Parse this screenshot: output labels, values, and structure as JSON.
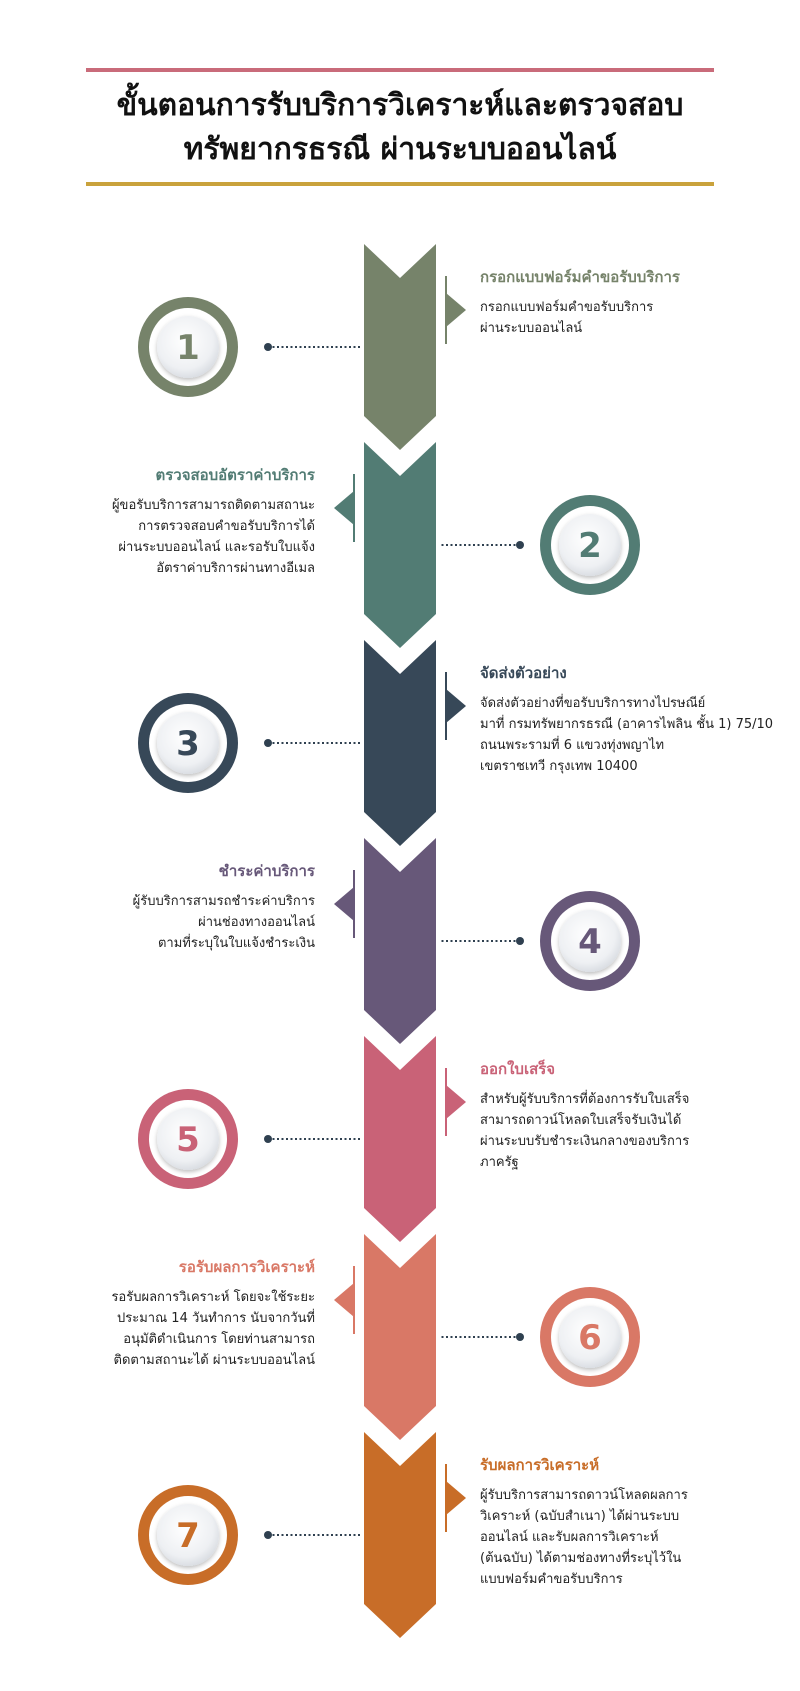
{
  "title": {
    "line1": "ขั้นตอนการรับบริการวิเคราะห์และตรวจสอบ",
    "line2": "ทรัพยากรธรณี ผ่านระบบออนไลน์"
  },
  "colors": {
    "rule_top": "#c96b7a",
    "rule_bottom": "#c9a23c",
    "connector": "#2f4050"
  },
  "steps": [
    {
      "number": "1",
      "color": "#76836a",
      "side": "right",
      "title": "กรอกแบบฟอร์มคำขอรับบริการ",
      "lines": [
        "กรอกแบบฟอร์มคำขอรับบริการ",
        "ผ่านระบบออนไลน์"
      ]
    },
    {
      "number": "2",
      "color": "#527c74",
      "side": "left",
      "title": "ตรวจสอบอัตราค่าบริการ",
      "lines": [
        "ผู้ขอรับบริการสามารถติดตามสถานะ",
        "การตรวจสอบคำขอรับบริการได้",
        "ผ่านระบบออนไลน์ และรอรับใบแจ้ง",
        "อัตราค่าบริการผ่านทางอีเมล"
      ]
    },
    {
      "number": "3",
      "color": "#374858",
      "side": "right",
      "title": "จัดส่งตัวอย่าง",
      "lines": [
        "จัดส่งตัวอย่างที่ขอรับบริการทางไปรษณีย์",
        "มาที่ กรมทรัพยากรธรณี (อาคารไพลิน ชั้น 1) 75/10",
        "ถนนพระรามที่ 6 แขวงทุ่งพญาไท",
        "เขตราชเทวี กรุงเทพ 10400"
      ]
    },
    {
      "number": "4",
      "color": "#675879",
      "side": "left",
      "title": "ชำระค่าบริการ",
      "lines": [
        "ผู้รับบริการสามรถชำระค่าบริการ",
        "ผ่านช่องทางออนไลน์",
        "ตามที่ระบุในใบแจ้งชำระเงิน"
      ]
    },
    {
      "number": "5",
      "color": "#c96277",
      "side": "right",
      "title": "ออกใบเสร็จ",
      "lines": [
        "สำหรับผู้รับบริการที่ต้องการรับใบเสร็จ",
        "สามารถดาวน์โหลดใบเสร็จรับเงินได้",
        "ผ่านระบบรับชำระเงินกลางของบริการ",
        "ภาครัฐ"
      ]
    },
    {
      "number": "6",
      "color": "#d97866",
      "side": "left",
      "title": "รอรับผลการวิเคราะห์",
      "lines": [
        "รอรับผลการวิเคราะห์ โดยจะใช้ระยะ",
        "ประมาณ 14 วันทำการ นับจากวันที่",
        "อนุมัติดำเนินการ โดยท่านสามารถ",
        "ติดตามสถานะได้ ผ่านระบบออนไลน์"
      ]
    },
    {
      "number": "7",
      "color": "#c86d28",
      "side": "right",
      "title": "รับผลการวิเคราะห์",
      "lines": [
        "ผู้รับบริการสามารถดาวน์โหลดผลการ",
        "วิเคราะห์ (ฉบับสำเนา) ได้ผ่านระบบ",
        "ออนไลน์ และรับผลการวิเคราะห์",
        "(ต้นฉบับ) ได้ตามช่องทางที่ระบุไว้ใน",
        "แบบฟอร์มคำขอรับบริการ"
      ]
    }
  ]
}
